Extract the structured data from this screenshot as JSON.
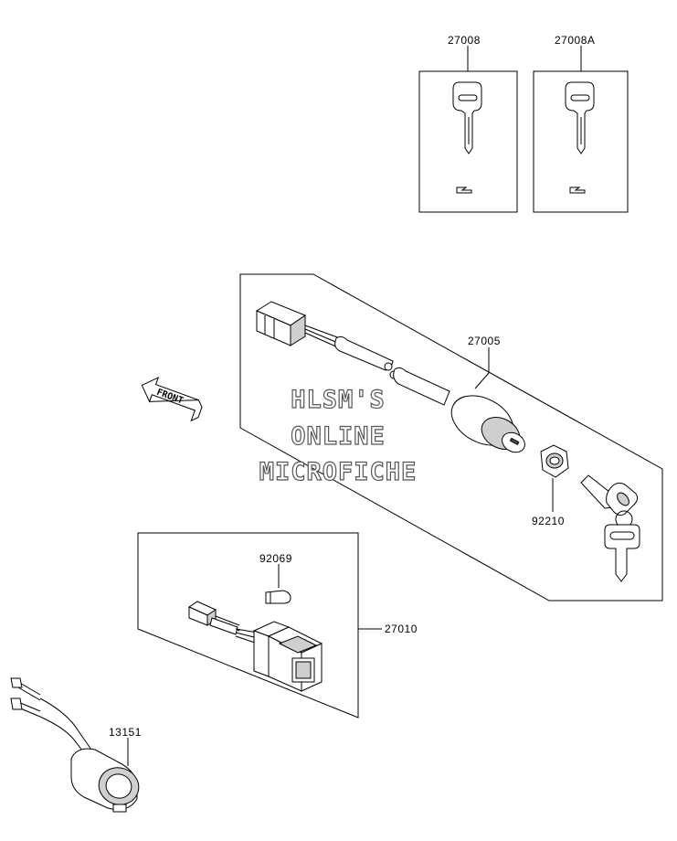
{
  "labels": {
    "key_1": "27008",
    "key_2": "27008A",
    "ignition_switch": "27005",
    "nut": "92210",
    "bulb": "92069",
    "lamp_switch": "27010",
    "socket": "13151"
  },
  "front_arrow": "FRONT",
  "watermark": {
    "line1": "HLSM'S",
    "line2": "ONLINE",
    "line3": "MICROFICHE"
  }
}
